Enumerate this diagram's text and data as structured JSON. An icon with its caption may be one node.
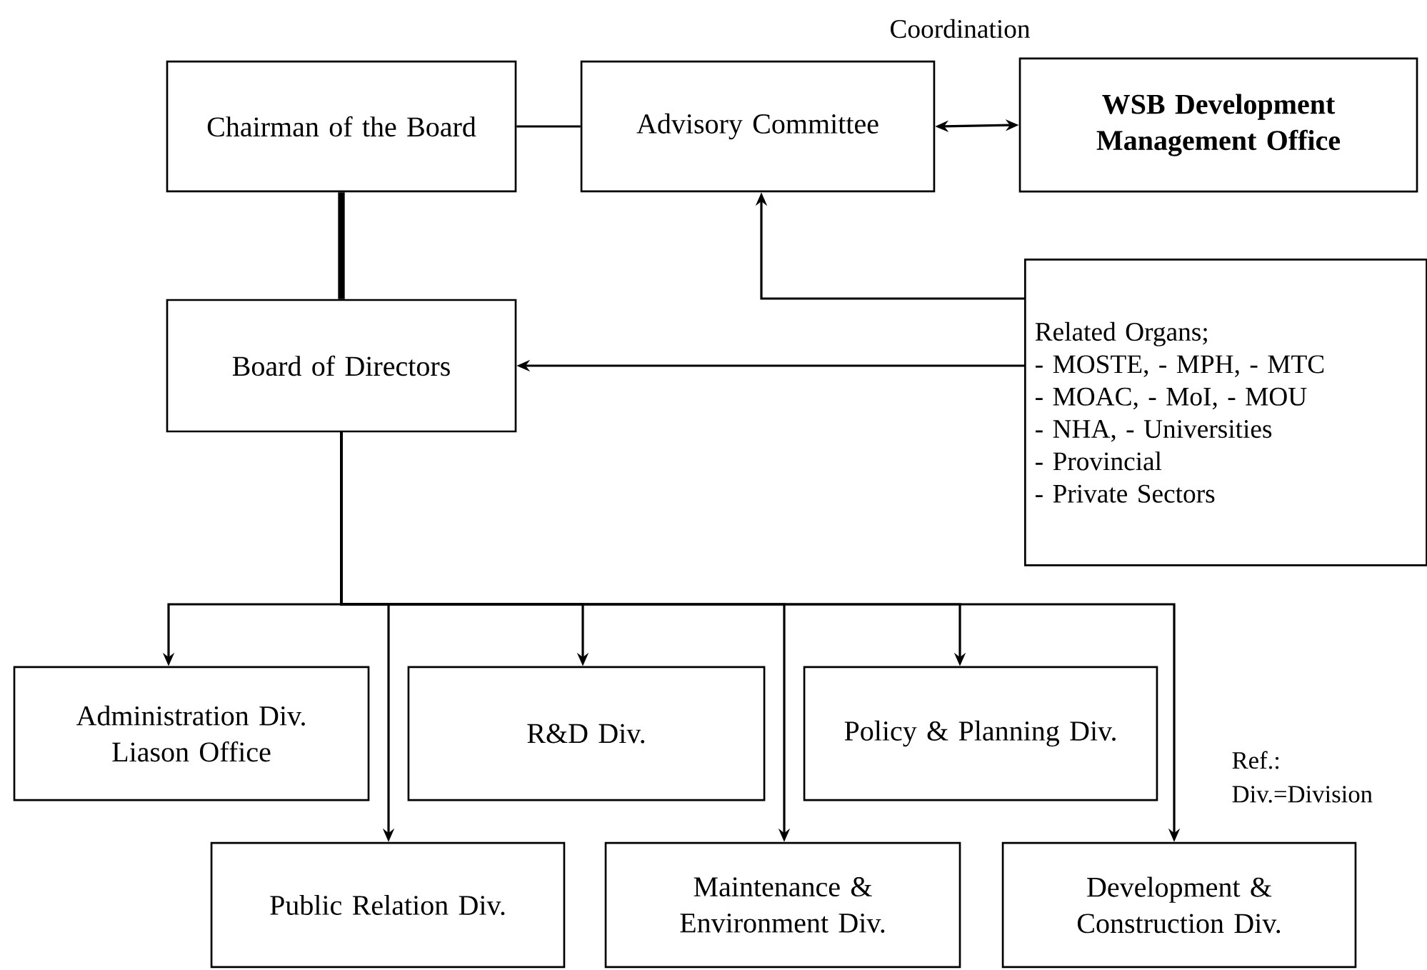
{
  "diagram": {
    "nodes": [
      {
        "text": [
          "Chairman of the Board"
        ]
      },
      {
        "text": [
          "Advisory Committee"
        ]
      },
      {
        "text": [
          "WSB Development Management Office"
        ]
      },
      {
        "text": [
          "Board of Directors"
        ]
      },
      {
        "text": [
          "Related Organs;",
          "- MOSTE, - MPH, - MTC",
          "- MOAC, - MoI, - MOU",
          "- NHA, - Universities",
          "- Provincial",
          "- Private Sectors"
        ]
      },
      {
        "text": [
          "Administration Div.",
          "Liason Office"
        ]
      },
      {
        "text": [
          "R&D Div."
        ]
      },
      {
        "text": [
          "Policy & Planning Div."
        ]
      },
      {
        "text": [
          "Public Relation Div."
        ]
      },
      {
        "text": [
          "Maintenance & Environment Div."
        ]
      },
      {
        "text": [
          "Development & Construction Div."
        ]
      }
    ],
    "edges": [
      {
        "from": 0,
        "to": 1,
        "arrow": "none"
      },
      {
        "from": 1,
        "to": 2,
        "arrow": "both",
        "label": "Coordination"
      },
      {
        "from": 0,
        "to": 3,
        "arrow": "none",
        "style": "thick"
      },
      {
        "from": 4,
        "to": 1,
        "arrow": "to"
      },
      {
        "from": 4,
        "to": 3,
        "arrow": "to"
      },
      {
        "from": 3,
        "to": 5,
        "arrow": "to"
      },
      {
        "from": 3,
        "to": 8,
        "arrow": "to"
      },
      {
        "from": 3,
        "to": 6,
        "arrow": "to"
      },
      {
        "from": 3,
        "to": 9,
        "arrow": "to"
      },
      {
        "from": 3,
        "to": 7,
        "arrow": "to"
      },
      {
        "from": 3,
        "to": 10,
        "arrow": "to"
      }
    ],
    "labels": [
      "Ref.:",
      "Div.=Division"
    ]
  }
}
